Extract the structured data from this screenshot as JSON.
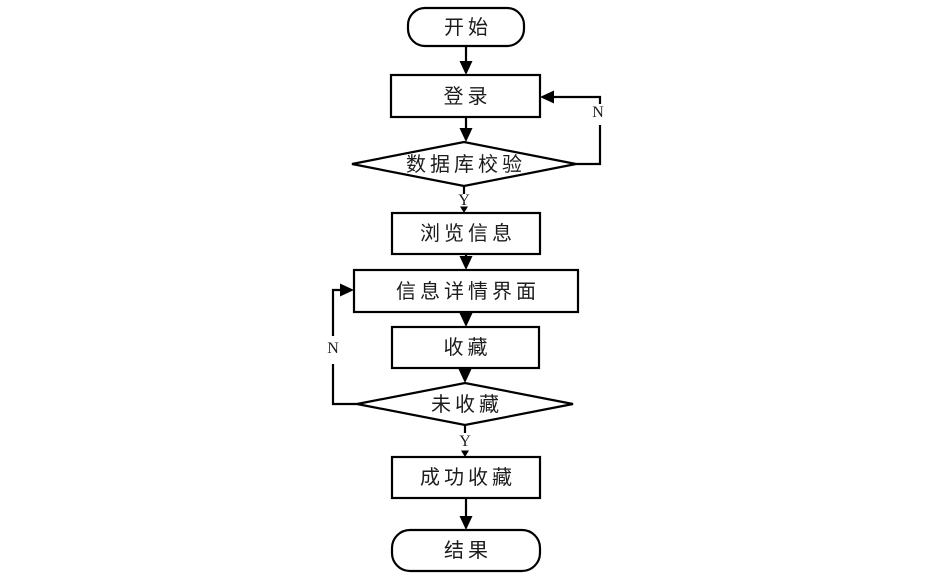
{
  "diagram": {
    "title": "favorite-feature-flowchart",
    "background_color": "#ffffff",
    "stroke_color": "#000000",
    "text_color": "#1c1c1c",
    "nodes": {
      "start": {
        "type": "terminator",
        "label": "开始"
      },
      "login": {
        "type": "process",
        "label": "登录"
      },
      "db_check": {
        "type": "decision",
        "label": "数据库校验"
      },
      "browse": {
        "type": "process",
        "label": "浏览信息"
      },
      "detail": {
        "type": "process",
        "label": "信息详情界面"
      },
      "collect": {
        "type": "process",
        "label": "收藏"
      },
      "not_collected": {
        "type": "decision",
        "label": "未收藏"
      },
      "success": {
        "type": "process",
        "label": "成功收藏"
      },
      "result": {
        "type": "terminator",
        "label": "结果"
      }
    },
    "branch_labels": {
      "db_check_no": "N",
      "db_check_yes": "Y",
      "not_collected_no": "N",
      "not_collected_yes": "Y"
    },
    "edges": [
      {
        "from": "start",
        "to": "login",
        "label": ""
      },
      {
        "from": "login",
        "to": "db_check",
        "label": ""
      },
      {
        "from": "db_check",
        "to": "login",
        "label": "N"
      },
      {
        "from": "db_check",
        "to": "browse",
        "label": "Y"
      },
      {
        "from": "browse",
        "to": "detail",
        "label": ""
      },
      {
        "from": "detail",
        "to": "collect",
        "label": ""
      },
      {
        "from": "collect",
        "to": "not_collected",
        "label": ""
      },
      {
        "from": "not_collected",
        "to": "detail",
        "label": "N"
      },
      {
        "from": "not_collected",
        "to": "success",
        "label": "Y"
      },
      {
        "from": "success",
        "to": "result",
        "label": ""
      }
    ]
  }
}
